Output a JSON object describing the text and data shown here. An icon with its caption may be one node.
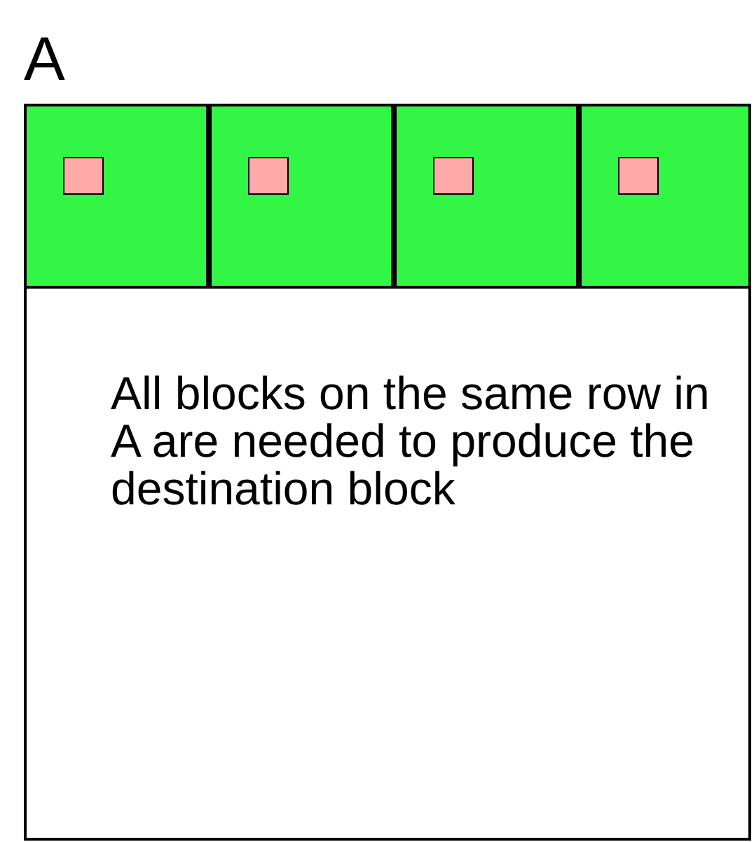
{
  "diagram": {
    "nodes": [
      {
        "text": [
          "A",
          "All blocks on the same row in A are needed to produce the destination block"
        ]
      },
      {
        "text": [],
        "shape": "box",
        "in": 0
      },
      {
        "text": [],
        "shape": "box",
        "in": 0
      },
      {
        "text": [],
        "shape": "box",
        "in": 0
      },
      {
        "text": [],
        "shape": "box",
        "in": 0
      },
      {
        "text": [],
        "shape": "box",
        "in": 1
      },
      {
        "text": [],
        "shape": "box",
        "in": 2
      },
      {
        "text": [],
        "shape": "box",
        "in": 3
      },
      {
        "text": [],
        "shape": "box",
        "in": 4
      }
    ]
  }
}
